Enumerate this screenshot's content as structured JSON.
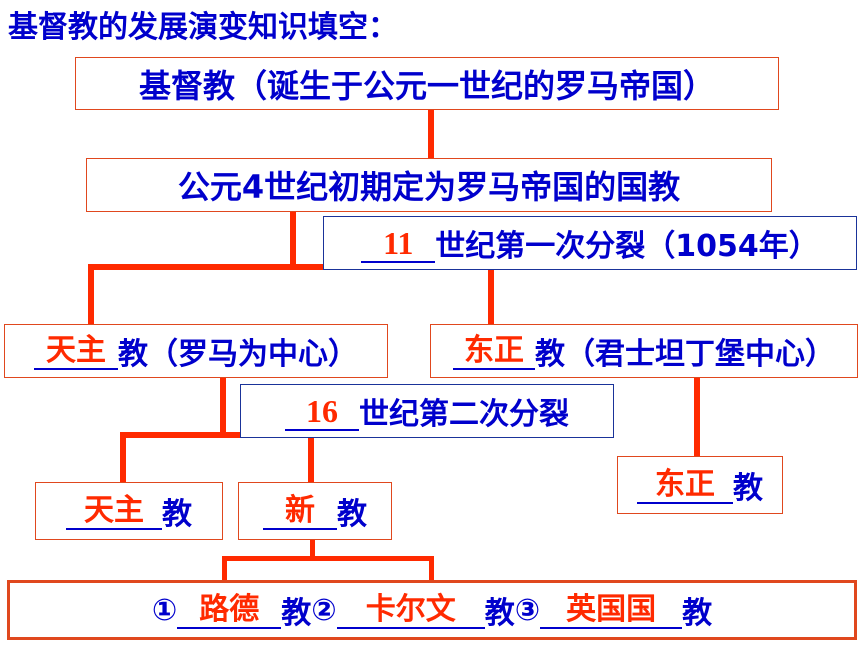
{
  "title": "基督教的发展演变知识填空：",
  "root": {
    "text": "基督教（诞生于公元一世纪的罗马帝国）"
  },
  "state_religion": {
    "text": "公元4世纪初期定为罗马帝国的国教"
  },
  "first_schism": {
    "blank": "11",
    "text": "世纪第一次分裂（1054年）"
  },
  "catholic_1": {
    "blank": "天主",
    "text": "教（罗马为中心）"
  },
  "orthodox_1": {
    "blank": "东正",
    "text": "教（君士坦丁堡中心）"
  },
  "second_schism": {
    "blank": "16",
    "text": "世纪第二次分裂"
  },
  "catholic_2": {
    "blank": "天主",
    "text": "教"
  },
  "protestant": {
    "blank": "新",
    "text": "教"
  },
  "orthodox_2": {
    "blank": "东正",
    "text": "教"
  },
  "protestant_branches": {
    "n1": "①",
    "b1": "路德",
    "t1": "教",
    "n2": "②",
    "b2": "卡尔文",
    "t2": "教",
    "n3": "③",
    "b3": "英国国",
    "t3": "教"
  },
  "colors": {
    "text": "#0000cc",
    "answer": "#ff2a00",
    "connector": "#ff2a00",
    "box_border_red": "#e0481e",
    "box_border_blue": "#1a3399"
  }
}
